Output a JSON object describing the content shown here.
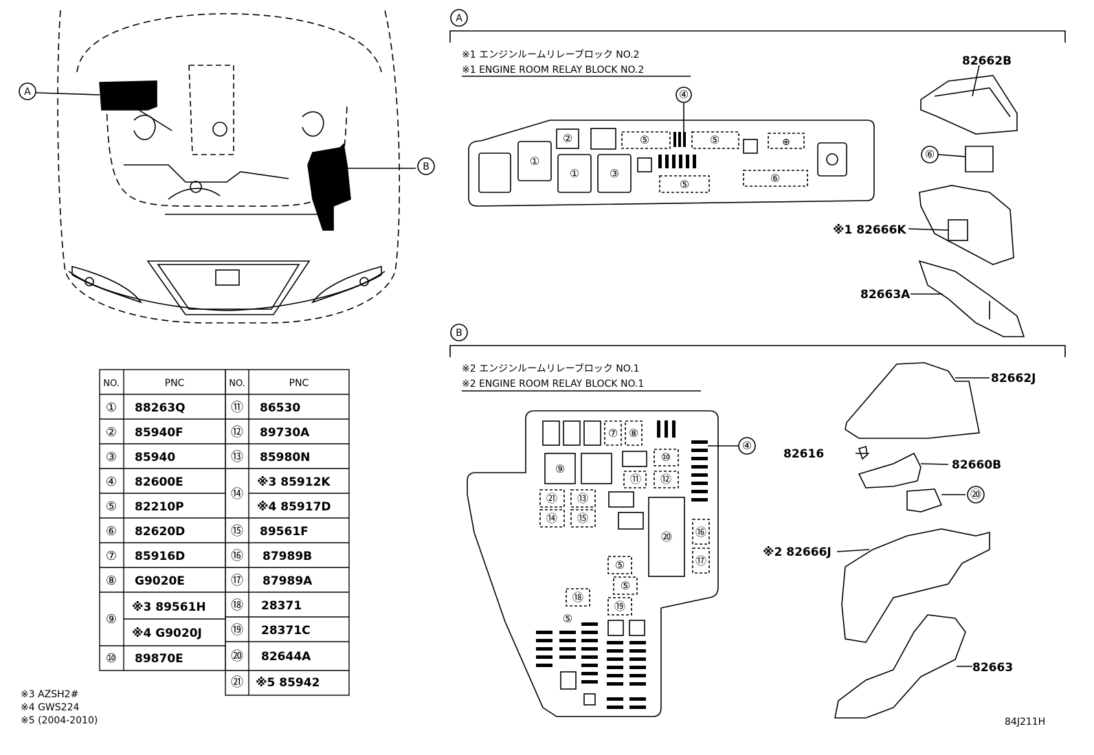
{
  "callouts": {
    "a": "A",
    "b": "B"
  },
  "section_a": {
    "note_jp": "※1 エンジンルームリレーブロック NO.2",
    "note_en": "※1 ENGINE ROOM RELAY BLOCK NO.2",
    "block_numbers": [
      "①",
      "②",
      "①",
      "③",
      "⑤",
      "④",
      "⑤",
      "⑤",
      "⑥",
      "⊕"
    ],
    "parts": {
      "cover": "82662B",
      "item6": "⑥",
      "case": "※1 82666K",
      "bracket": "82663A",
      "item4": "④"
    }
  },
  "section_b": {
    "note_jp": "※2 エンジンルームリレーブロック NO.1",
    "note_en": "※2 ENGINE ROOM RELAY BLOCK NO.1",
    "block_numbers": [
      "⑦",
      "⑧",
      "⑨",
      "⑩",
      "⑪",
      "⑫",
      "㉑",
      "⑬",
      "⑭",
      "⑮",
      "⑳",
      "⑯",
      "⑰",
      "⑤",
      "⑤",
      "⑱",
      "⑲",
      "⑤"
    ],
    "parts": {
      "cover": "82662J",
      "clip": "82616",
      "holder": "82660B",
      "item20": "⑳",
      "case": "※2 82666J",
      "lower": "82663",
      "item4": "④"
    }
  },
  "table": {
    "header_no": "NO.",
    "header_pnc": "PNC",
    "left": [
      {
        "no": "①",
        "pnc": "88263Q"
      },
      {
        "no": "②",
        "pnc": "85940F"
      },
      {
        "no": "③",
        "pnc": "85940"
      },
      {
        "no": "④",
        "pnc": "82600E"
      },
      {
        "no": "⑤",
        "pnc": "82210P"
      },
      {
        "no": "⑥",
        "pnc": "82620D"
      },
      {
        "no": "⑦",
        "pnc": "85916D"
      },
      {
        "no": "⑧",
        "pnc": "G9020E"
      },
      {
        "no": "⑨",
        "pnc": "※3 89561H",
        "pnc2": "※4 G9020J"
      },
      {
        "no": "⑩",
        "pnc": "89870E"
      }
    ],
    "right": [
      {
        "no": "⑪",
        "pnc": "86530"
      },
      {
        "no": "⑫",
        "pnc": "89730A"
      },
      {
        "no": "⑬",
        "pnc": "85980N"
      },
      {
        "no": "⑭",
        "pnc": "※3 85912K",
        "pnc2": "※4 85917D"
      },
      {
        "no": "⑮",
        "pnc": "89561F"
      },
      {
        "no": "⑯",
        "pnc": "87989B"
      },
      {
        "no": "⑰",
        "pnc": "87989A"
      },
      {
        "no": "⑱",
        "pnc": "28371"
      },
      {
        "no": "⑲",
        "pnc": "28371C"
      },
      {
        "no": "⑳",
        "pnc": "82644A"
      },
      {
        "no": "㉑",
        "pnc": "※5 85942"
      }
    ]
  },
  "footnotes": [
    "※3 AZSH2#",
    "※4 GWS224",
    "※5 (2004-2010)"
  ],
  "diagram_code": "84J211H"
}
